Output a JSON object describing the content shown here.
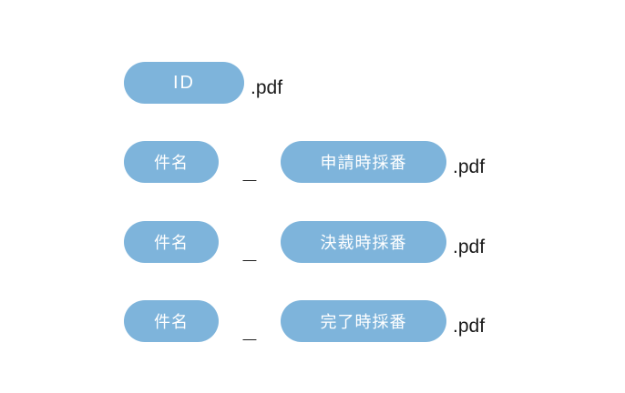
{
  "colors": {
    "pill_bg": "#7EB4DB",
    "pill_text": "#FFFFFF",
    "dark_text": "#1A1A1A"
  },
  "rows": [
    {
      "pill1": "ID",
      "separator": "",
      "pill2": "",
      "suffix": ".pdf"
    },
    {
      "pill1": "件名",
      "separator": "_",
      "pill2": "申請時採番",
      "suffix": ".pdf"
    },
    {
      "pill1": "件名",
      "separator": "_",
      "pill2": "決裁時採番",
      "suffix": ".pdf"
    },
    {
      "pill1": "件名",
      "separator": "_",
      "pill2": "完了時採番",
      "suffix": ".pdf"
    }
  ]
}
